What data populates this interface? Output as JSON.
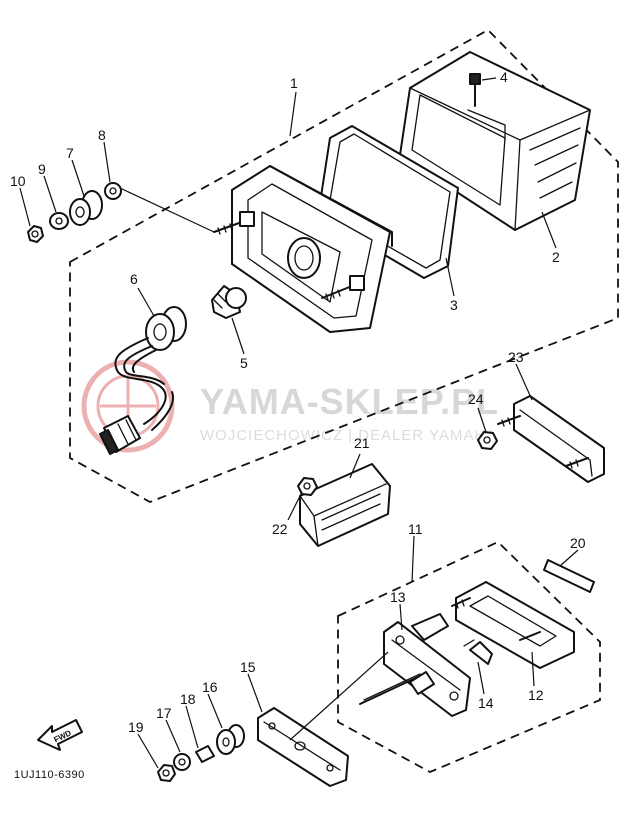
{
  "diagram": {
    "part_numbers": {
      "p1": "1",
      "p2": "2",
      "p3": "3",
      "p4": "4",
      "p5": "5",
      "p6": "6",
      "p7": "7",
      "p8": "8",
      "p9": "9",
      "p10": "10",
      "p11": "11",
      "p12": "12",
      "p13": "13",
      "p14": "14",
      "p15": "15",
      "p16": "16",
      "p17": "17",
      "p18": "18",
      "p19": "19",
      "p20": "20",
      "p21": "21",
      "p22": "22",
      "p23": "23",
      "p24": "24"
    },
    "fwd_label": "FWD",
    "drawing_code": "1UJ110-6390"
  },
  "watermark": {
    "brand": "YAMA-SKLEP.PL",
    "tagline": "WOJCIECHOWICZ | DEALER YAMAHA",
    "logo_color": "#e07070"
  }
}
